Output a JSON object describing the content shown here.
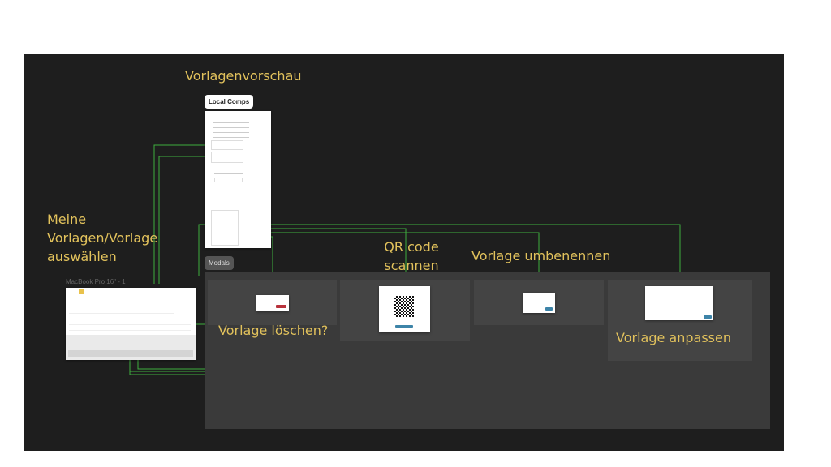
{
  "labels": {
    "preview": "Vorlagenvorschau",
    "my_templates": "Meine Vorlagen/Vorlage auswählen",
    "qr": "QR code scannen",
    "rename": "Vorlage umbenennen",
    "delete": "Vorlage löschen?",
    "adjust": "Vorlage anpassen"
  },
  "sections": {
    "local_comps": "Local Comps",
    "modals": "Modals"
  },
  "frames": {
    "macbook": "MacBook Pro 16\" - 1"
  },
  "colors": {
    "canvas": "#1e1e1e",
    "label": "#e2c25c",
    "wire": "#3fae3f",
    "danger": "#b8323c",
    "primary": "#3d84a8"
  }
}
